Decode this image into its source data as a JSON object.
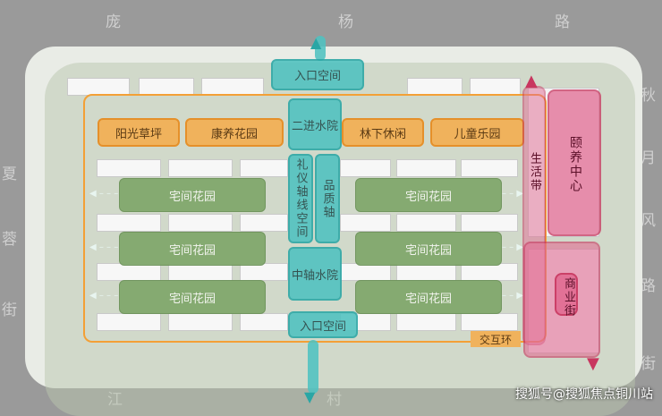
{
  "streets": {
    "top": [
      "庞",
      "杨",
      "路"
    ],
    "right": [
      "秋",
      "月",
      "风",
      "路",
      "街"
    ],
    "left": [
      "夏",
      "蓉",
      "街"
    ],
    "bottom": [
      "江",
      "村"
    ]
  },
  "zones": {
    "entrance_top": "入口空间",
    "entrance_bottom": "入口空间",
    "water_court_2": "二进水院",
    "ceremonial_axis": "礼仪轴线空间",
    "quality_axis": "品质轴",
    "middle_water_court": "中轴水院",
    "sunny_lawn": "阳光草坪",
    "wellness_garden": "康养花园",
    "forest_leisure": "林下休闲",
    "kids_garden": "儿童乐园",
    "home_garden": "宅间花园",
    "life_belt": "生活带",
    "care_center": "颐养中心",
    "commercial_street": "商业街",
    "interaction_ring": "交互环"
  },
  "watermark": "搜狐号@搜狐焦点铜川站",
  "colors": {
    "orange": "#f0b25c",
    "green": "#7fa76a",
    "teal": "#4fc2c0",
    "pink": "#e26c93"
  }
}
